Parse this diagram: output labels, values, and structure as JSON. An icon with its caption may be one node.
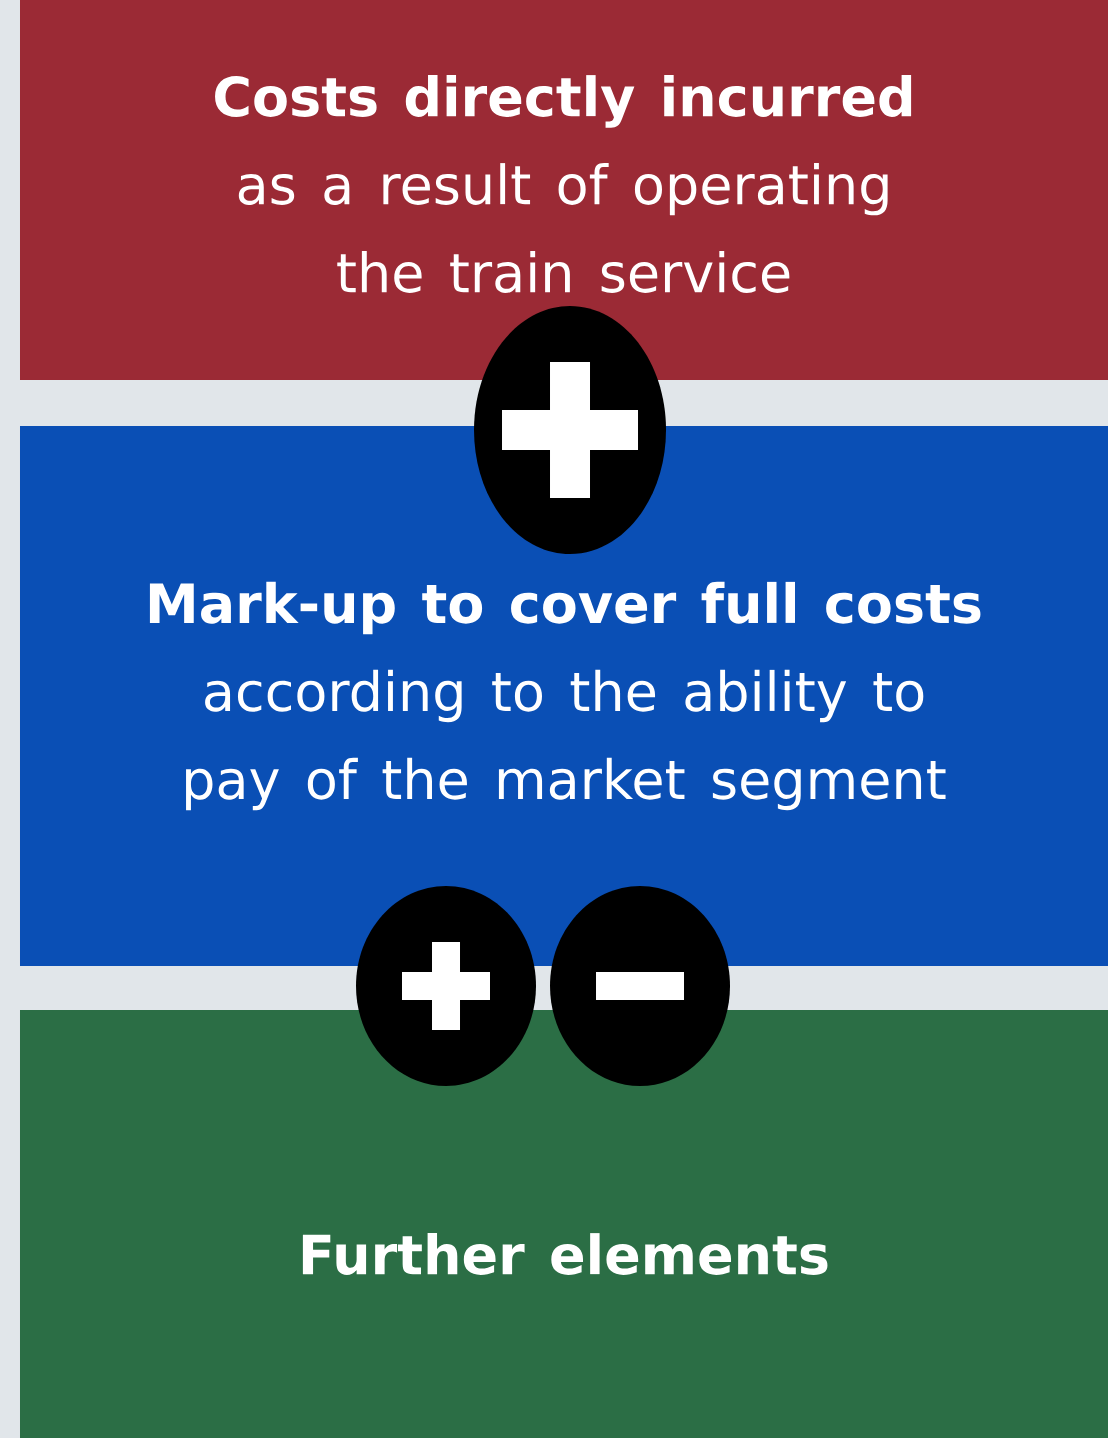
{
  "diagram": {
    "nodes": [
      {
        "text": [
          "Costs directly incurred",
          "as a result of operating the train service"
        ]
      },
      {
        "text": [
          "Mark-up to cover full costs",
          "according to the ability to pay of the market segment"
        ]
      },
      {
        "text": [
          "Further elements"
        ]
      }
    ]
  }
}
